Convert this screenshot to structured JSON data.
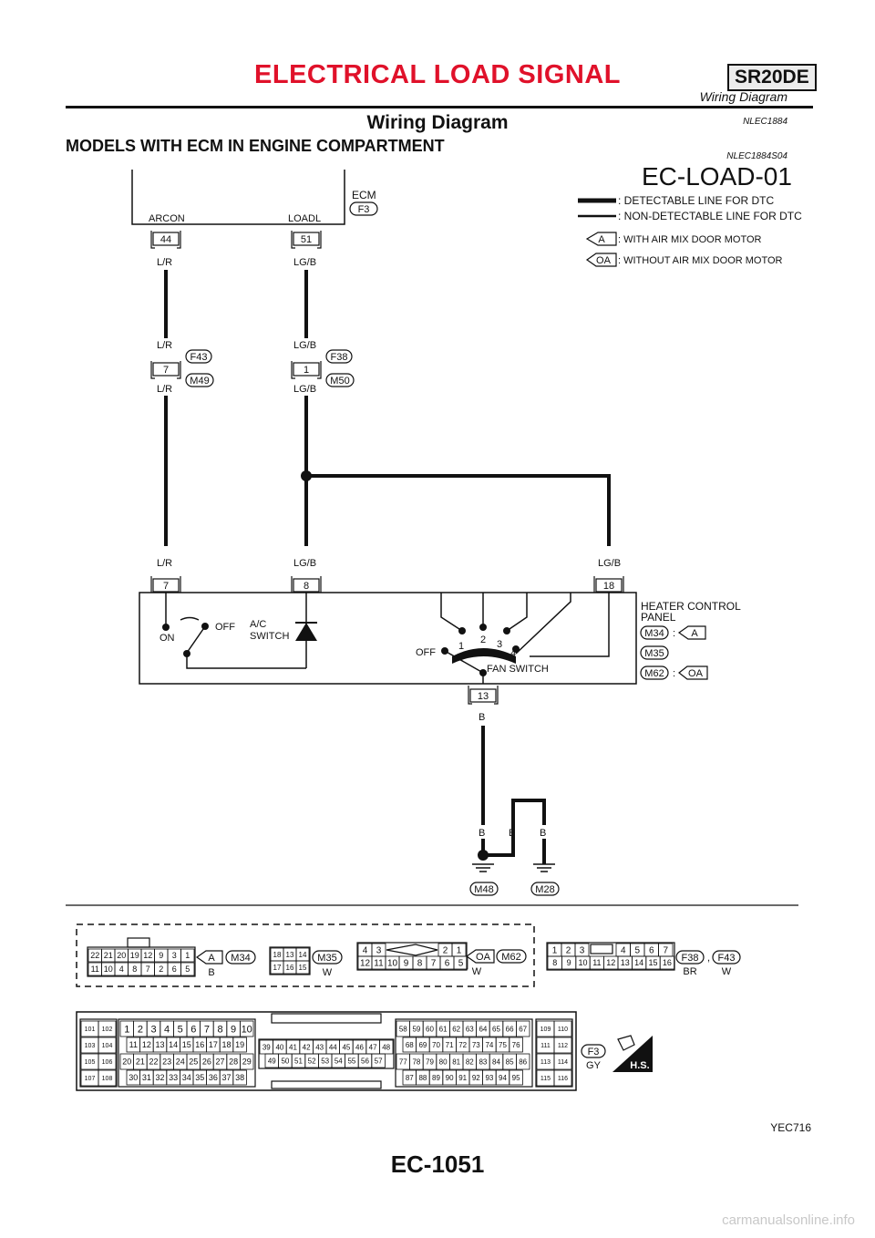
{
  "header": {
    "title": "ELECTRICAL LOAD SIGNAL",
    "badge": "SR20DE",
    "subtitle": "Wiring Diagram"
  },
  "section": {
    "title": "Wiring Diagram",
    "ref1": "NLEC1884",
    "heading": "MODELS WITH ECM IN ENGINE COMPARTMENT",
    "ref2": "NLEC1884S04"
  },
  "diagram": {
    "code": "EC-LOAD-01",
    "legend": {
      "detectable": ": DETECTABLE LINE FOR DTC",
      "non_detectable": ": NON-DETECTABLE LINE FOR DTC",
      "a_tag": "A",
      "a_desc": ": WITH AIR MIX DOOR MOTOR",
      "oa_tag": "OA",
      "oa_desc": ": WITHOUT AIR MIX DOOR MOTOR"
    },
    "ecm": {
      "label": "ECM",
      "connector": "F3",
      "term_arcon": "ARCON",
      "term_loadl": "LOADL",
      "pin_arcon": "44",
      "pin_loadl": "51"
    },
    "wire_lr": "L/R",
    "wire_lgb": "LG/B",
    "wire_b": "B",
    "conn1": {
      "pin": "7",
      "top": "F43",
      "bottom": "M49"
    },
    "conn2": {
      "pin": "1",
      "top": "F38",
      "bottom": "M50"
    },
    "panel_pins": {
      "a": "7",
      "b": "8",
      "c": "18",
      "gnd": "13"
    },
    "panel": {
      "title_line1": "HEATER CONTROL",
      "title_line2": "PANEL",
      "c1": "M34",
      "c2": "M35",
      "c3": "M62",
      "colon": ":",
      "tag_a": "A",
      "tag_oa": "OA",
      "sw_on": "ON",
      "sw_off": "OFF",
      "ac_line1": "A/C",
      "ac_line2": "SWITCH",
      "fan_off": "OFF",
      "fan_1": "1",
      "fan_2": "2",
      "fan_3": "3",
      "fan_4": "4",
      "fan_label": "FAN SWITCH"
    },
    "grounds": {
      "g1": "M48",
      "g2": "M28"
    },
    "connectors": {
      "m34_top": [
        "22",
        "21",
        "20",
        "19",
        "12",
        "9",
        "3",
        "1"
      ],
      "m34_bot": [
        "11",
        "10",
        "4",
        "8",
        "7",
        "2",
        "6",
        "5"
      ],
      "m35_top": [
        "18",
        "13",
        "14"
      ],
      "m35_bot": [
        "17",
        "16",
        "15"
      ],
      "m62_top_l": [
        "4",
        "3"
      ],
      "m62_top_r": [
        "2",
        "1"
      ],
      "m62_bot": [
        "12",
        "11",
        "10",
        "9",
        "8",
        "7",
        "6",
        "5"
      ],
      "f38_top_l": [
        "1",
        "2",
        "3"
      ],
      "f38_top_r": [
        "4",
        "5",
        "6",
        "7"
      ],
      "f38_bot": [
        "8",
        "9",
        "10",
        "11",
        "12",
        "13",
        "14",
        "15",
        "16"
      ],
      "lbl_a": "A",
      "lbl_m34": "M34",
      "color_b": "B",
      "lbl_m35": "M35",
      "color_w": "W",
      "lbl_oa": "OA",
      "lbl_m62": "M62",
      "lbl_f38": "F38",
      "comma": ",",
      "lbl_f43": "F43",
      "color_br": "BR",
      "f3_left": [
        "101",
        "102",
        "103",
        "104",
        "105",
        "106",
        "107",
        "108"
      ],
      "f3_right": [
        "109",
        "110",
        "111",
        "112",
        "113",
        "114",
        "115",
        "116"
      ],
      "f3_r1": [
        "1",
        "2",
        "3",
        "4",
        "5",
        "6",
        "7",
        "8",
        "9",
        "10"
      ],
      "f3_r2": [
        "11",
        "12",
        "13",
        "14",
        "15",
        "16",
        "17",
        "18",
        "19"
      ],
      "f3_r3": [
        "20",
        "21",
        "22",
        "23",
        "24",
        "25",
        "26",
        "27",
        "28",
        "29"
      ],
      "f3_r4": [
        "30",
        "31",
        "32",
        "33",
        "34",
        "35",
        "36",
        "37",
        "38"
      ],
      "f3_m1": [
        "39",
        "40",
        "41",
        "42",
        "43",
        "44",
        "45",
        "46",
        "47",
        "48"
      ],
      "f3_m2": [
        "49",
        "50",
        "51",
        "52",
        "53",
        "54",
        "55",
        "56",
        "57"
      ],
      "f3_s1": [
        "58",
        "59",
        "60",
        "61",
        "62",
        "63",
        "64",
        "65",
        "66",
        "67"
      ],
      "f3_s2": [
        "68",
        "69",
        "70",
        "71",
        "72",
        "73",
        "74",
        "75",
        "76"
      ],
      "f3_s3": [
        "77",
        "78",
        "79",
        "80",
        "81",
        "82",
        "83",
        "84",
        "85",
        "86"
      ],
      "f3_s4": [
        "87",
        "88",
        "89",
        "90",
        "91",
        "92",
        "93",
        "94",
        "95"
      ],
      "lbl_f3": "F3",
      "color_gy": "GY",
      "hs": "H.S."
    }
  },
  "footer": {
    "figure_id": "YEC716",
    "page": "EC-1051",
    "watermark": "carmanualsonline.info"
  }
}
